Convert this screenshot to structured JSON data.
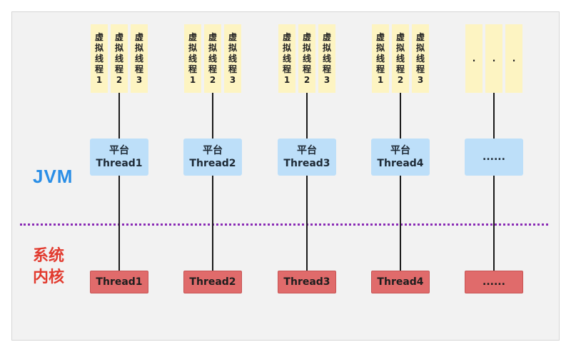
{
  "jvm_label": "JVM",
  "kernel_label": [
    "系统",
    "内核"
  ],
  "columns": [
    {
      "virtual_threads": [
        [
          "虚",
          "拟",
          "线",
          "程",
          "1"
        ],
        [
          "虚",
          "拟",
          "线",
          "程",
          "2"
        ],
        [
          "虚",
          "拟",
          "线",
          "程",
          "3"
        ]
      ],
      "platform_thread": [
        "平台",
        "Thread1"
      ],
      "kernel_thread": "Thread1"
    },
    {
      "virtual_threads": [
        [
          "虚",
          "拟",
          "线",
          "程",
          "1"
        ],
        [
          "虚",
          "拟",
          "线",
          "程",
          "2"
        ],
        [
          "虚",
          "拟",
          "线",
          "程",
          "3"
        ]
      ],
      "platform_thread": [
        "平台",
        "Thread2"
      ],
      "kernel_thread": "Thread2"
    },
    {
      "virtual_threads": [
        [
          "虚",
          "拟",
          "线",
          "程",
          "1"
        ],
        [
          "虚",
          "拟",
          "线",
          "程",
          "2"
        ],
        [
          "虚",
          "拟",
          "线",
          "程",
          "3"
        ]
      ],
      "platform_thread": [
        "平台",
        "Thread3"
      ],
      "kernel_thread": "Thread3"
    },
    {
      "virtual_threads": [
        [
          "虚",
          "拟",
          "线",
          "程",
          "1"
        ],
        [
          "虚",
          "拟",
          "线",
          "程",
          "2"
        ],
        [
          "虚",
          "拟",
          "线",
          "程",
          "3"
        ]
      ],
      "platform_thread": [
        "平台",
        "Thread4"
      ],
      "kernel_thread": "Thread4"
    },
    {
      "virtual_threads": [
        [
          "."
        ],
        [
          "."
        ],
        [
          "."
        ]
      ],
      "platform_thread": [
        "......"
      ],
      "kernel_thread": "......"
    }
  ],
  "colors": {
    "jvm_text": "#2a8ee6",
    "kernel_text": "#e23a2e",
    "virtual_thread_fill": "#fdf4c2",
    "platform_thread_fill": "#bddff9",
    "kernel_thread_fill": "#e06b6b",
    "divider": "#8a2ab5"
  }
}
